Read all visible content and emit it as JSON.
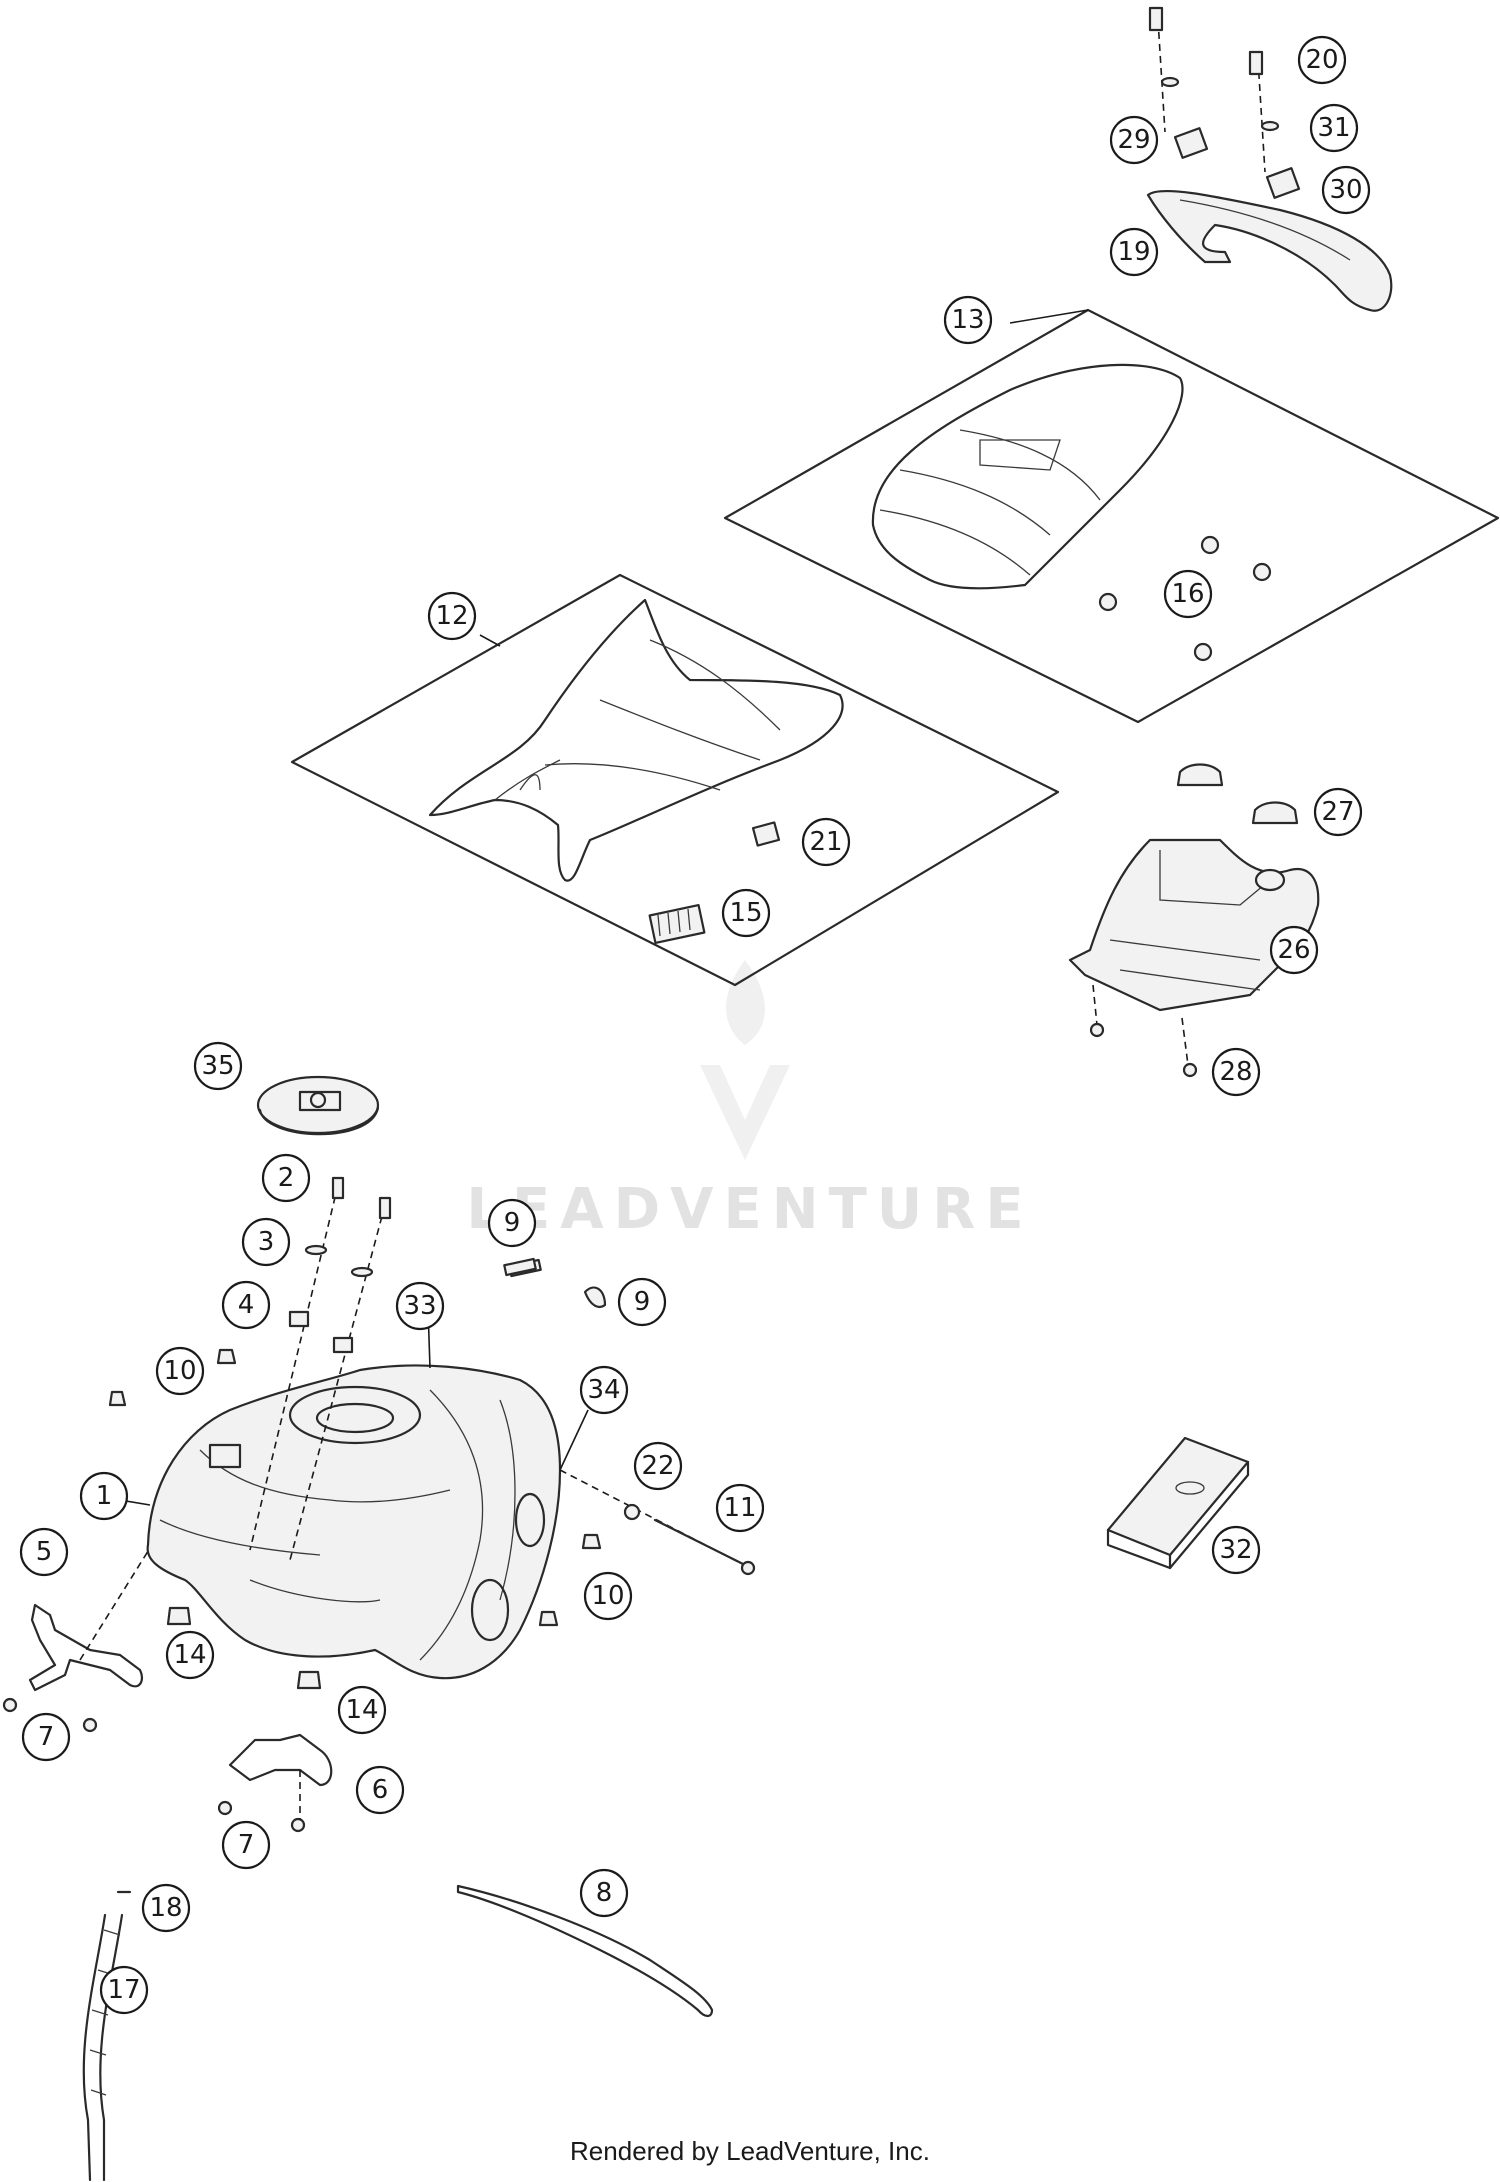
{
  "diagram": {
    "callouts": [
      "1",
      "2",
      "3",
      "4",
      "5",
      "6",
      "7",
      "7",
      "8",
      "9",
      "9",
      "10",
      "10",
      "11",
      "12",
      "13",
      "14",
      "14",
      "15",
      "16",
      "17",
      "18",
      "19",
      "20",
      "21",
      "22",
      "26",
      "27",
      "28",
      "29",
      "30",
      "31",
      "32",
      "33",
      "34",
      "35"
    ],
    "watermark": "LEADVENTURE",
    "footer": "Rendered by LeadVenture, Inc."
  },
  "colors": {
    "line": "#2a2a2a",
    "watermark": "#e2e2e2",
    "background": "#ffffff"
  }
}
